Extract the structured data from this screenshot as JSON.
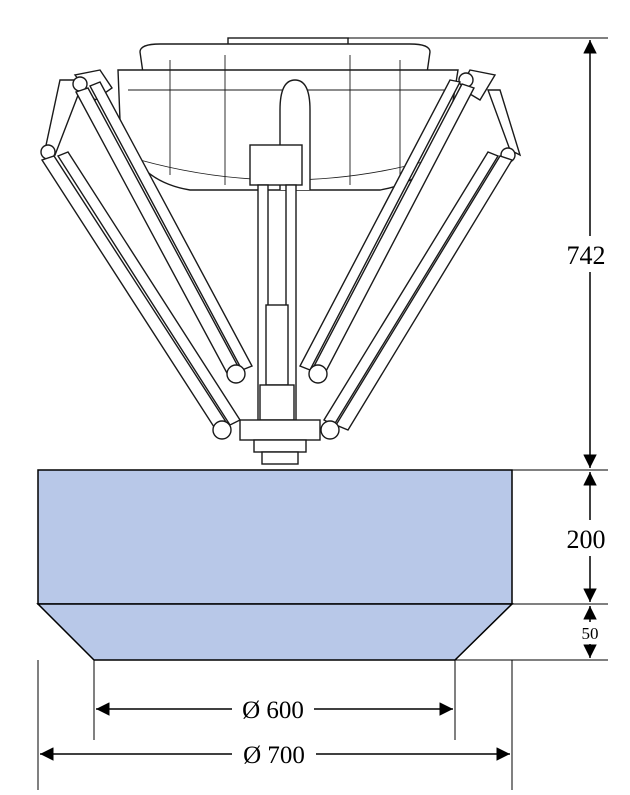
{
  "diagram": {
    "dimensions": {
      "robot_height": "742",
      "workspace_cylinder_height": "200",
      "workspace_cone_height": "50",
      "lower_diameter": "Ø 600",
      "upper_diameter": "Ø 700"
    },
    "colors": {
      "workspace_fill": "#b8c8e8",
      "line": "#000000",
      "background": "#ffffff"
    },
    "icons": {
      "robot": "delta-robot-icon"
    }
  }
}
